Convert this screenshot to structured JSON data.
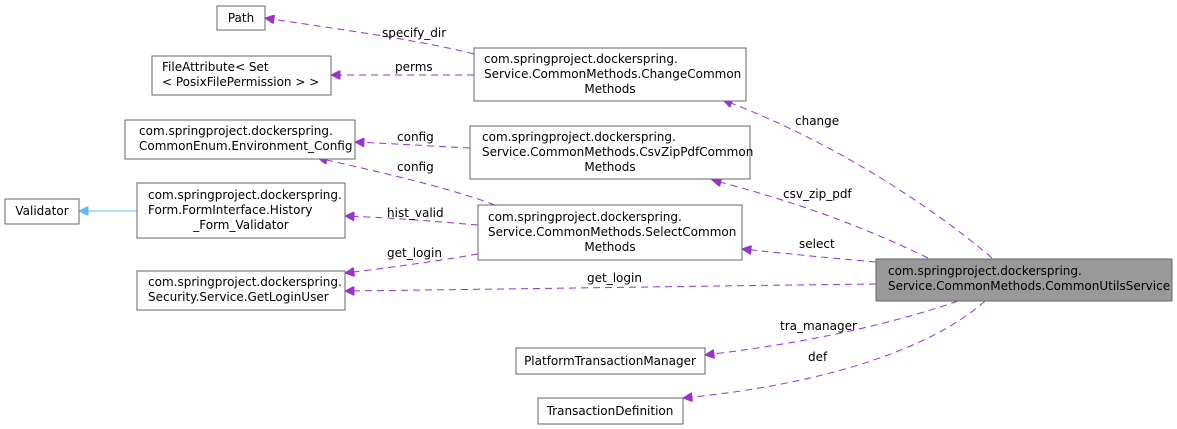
{
  "diagram": {
    "nodes": {
      "path": {
        "lines": [
          "Path"
        ]
      },
      "file_attribute": {
        "lines": [
          "FileAttribute< Set",
          "< PosixFilePermission > >"
        ]
      },
      "change_common": {
        "lines": [
          "com.springproject.dockerspring.",
          "Service.CommonMethods.ChangeCommon",
          "Methods"
        ]
      },
      "environment_config": {
        "lines": [
          "com.springproject.dockerspring.",
          "CommonEnum.Environment_Config"
        ]
      },
      "csv_zip_pdf_common": {
        "lines": [
          "com.springproject.dockerspring.",
          "Service.CommonMethods.CsvZipPdfCommon",
          "Methods"
        ]
      },
      "validator": {
        "lines": [
          "Validator"
        ]
      },
      "history_form_validator": {
        "lines": [
          "com.springproject.dockerspring.",
          "Form.FormInterface.History",
          "_Form_Validator"
        ]
      },
      "select_common": {
        "lines": [
          "com.springproject.dockerspring.",
          "Service.CommonMethods.SelectCommon",
          "Methods"
        ]
      },
      "get_login_user": {
        "lines": [
          "com.springproject.dockerspring.",
          "Security.Service.GetLoginUser"
        ]
      },
      "common_utils_service": {
        "lines": [
          "com.springproject.dockerspring.",
          "Service.CommonMethods.CommonUtilsService"
        ]
      },
      "platform_transaction_manager": {
        "lines": [
          "PlatformTransactionManager"
        ]
      },
      "transaction_definition": {
        "lines": [
          "TransactionDefinition"
        ]
      }
    },
    "edges": {
      "specify_dir": "specify_dir",
      "perms": "perms",
      "change": "change",
      "config_csv": "config",
      "config_select": "config",
      "csv_zip_pdf": "csv_zip_pdf",
      "hist_valid": "hist_valid",
      "select": "select",
      "get_login_select": "get_login",
      "get_login_utils": "get_login",
      "tra_manager": "tra_manager",
      "def": "def"
    },
    "colors": {
      "usage_edge": "#9a32cd",
      "inheritance_edge": "#63b8ff",
      "focus_node_fill": "#999999",
      "node_border": "#666666"
    }
  }
}
